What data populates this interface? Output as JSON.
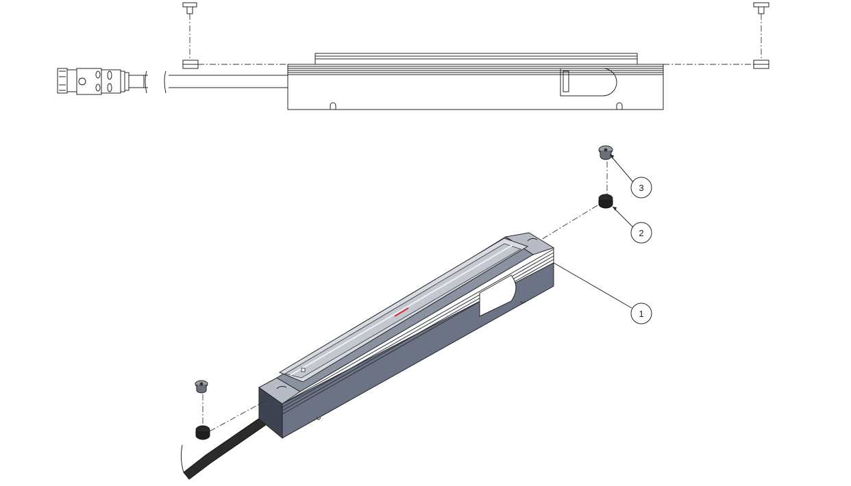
{
  "balloons": [
    {
      "id": "1",
      "label": "1"
    },
    {
      "id": "2",
      "label": "2"
    },
    {
      "id": "3",
      "label": "3"
    }
  ],
  "colors": {
    "line": "#222222",
    "body_metal": "#6b7384",
    "body_dark": "#3d4350",
    "body_light": "#c8ccd4",
    "cable": "#2b2b2b",
    "accent_red": "#d8302f",
    "background": "#ffffff"
  },
  "parts": [
    "sensor-housing",
    "grommet",
    "screw",
    "cable-connector"
  ]
}
